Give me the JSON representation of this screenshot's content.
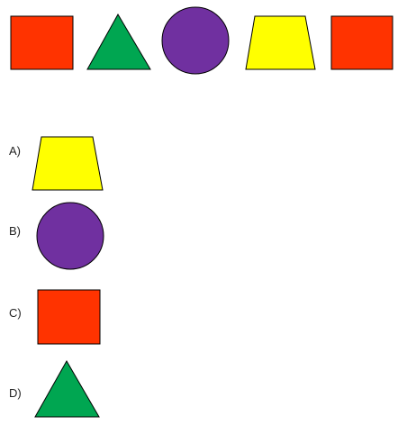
{
  "sequence": [
    {
      "shape": "square",
      "color": "#FF3300"
    },
    {
      "shape": "triangle",
      "color": "#00A651"
    },
    {
      "shape": "circle",
      "color": "#7030A0"
    },
    {
      "shape": "trapezoid",
      "color": "#FFFF00"
    },
    {
      "shape": "square",
      "color": "#FF3300"
    }
  ],
  "options": [
    {
      "label": "A)",
      "shape": "trapezoid",
      "color": "#FFFF00"
    },
    {
      "label": "B)",
      "shape": "circle",
      "color": "#7030A0"
    },
    {
      "label": "C)",
      "shape": "square",
      "color": "#FF3300"
    },
    {
      "label": "D)",
      "shape": "triangle",
      "color": "#00A651"
    }
  ],
  "stroke_color": "#000000"
}
